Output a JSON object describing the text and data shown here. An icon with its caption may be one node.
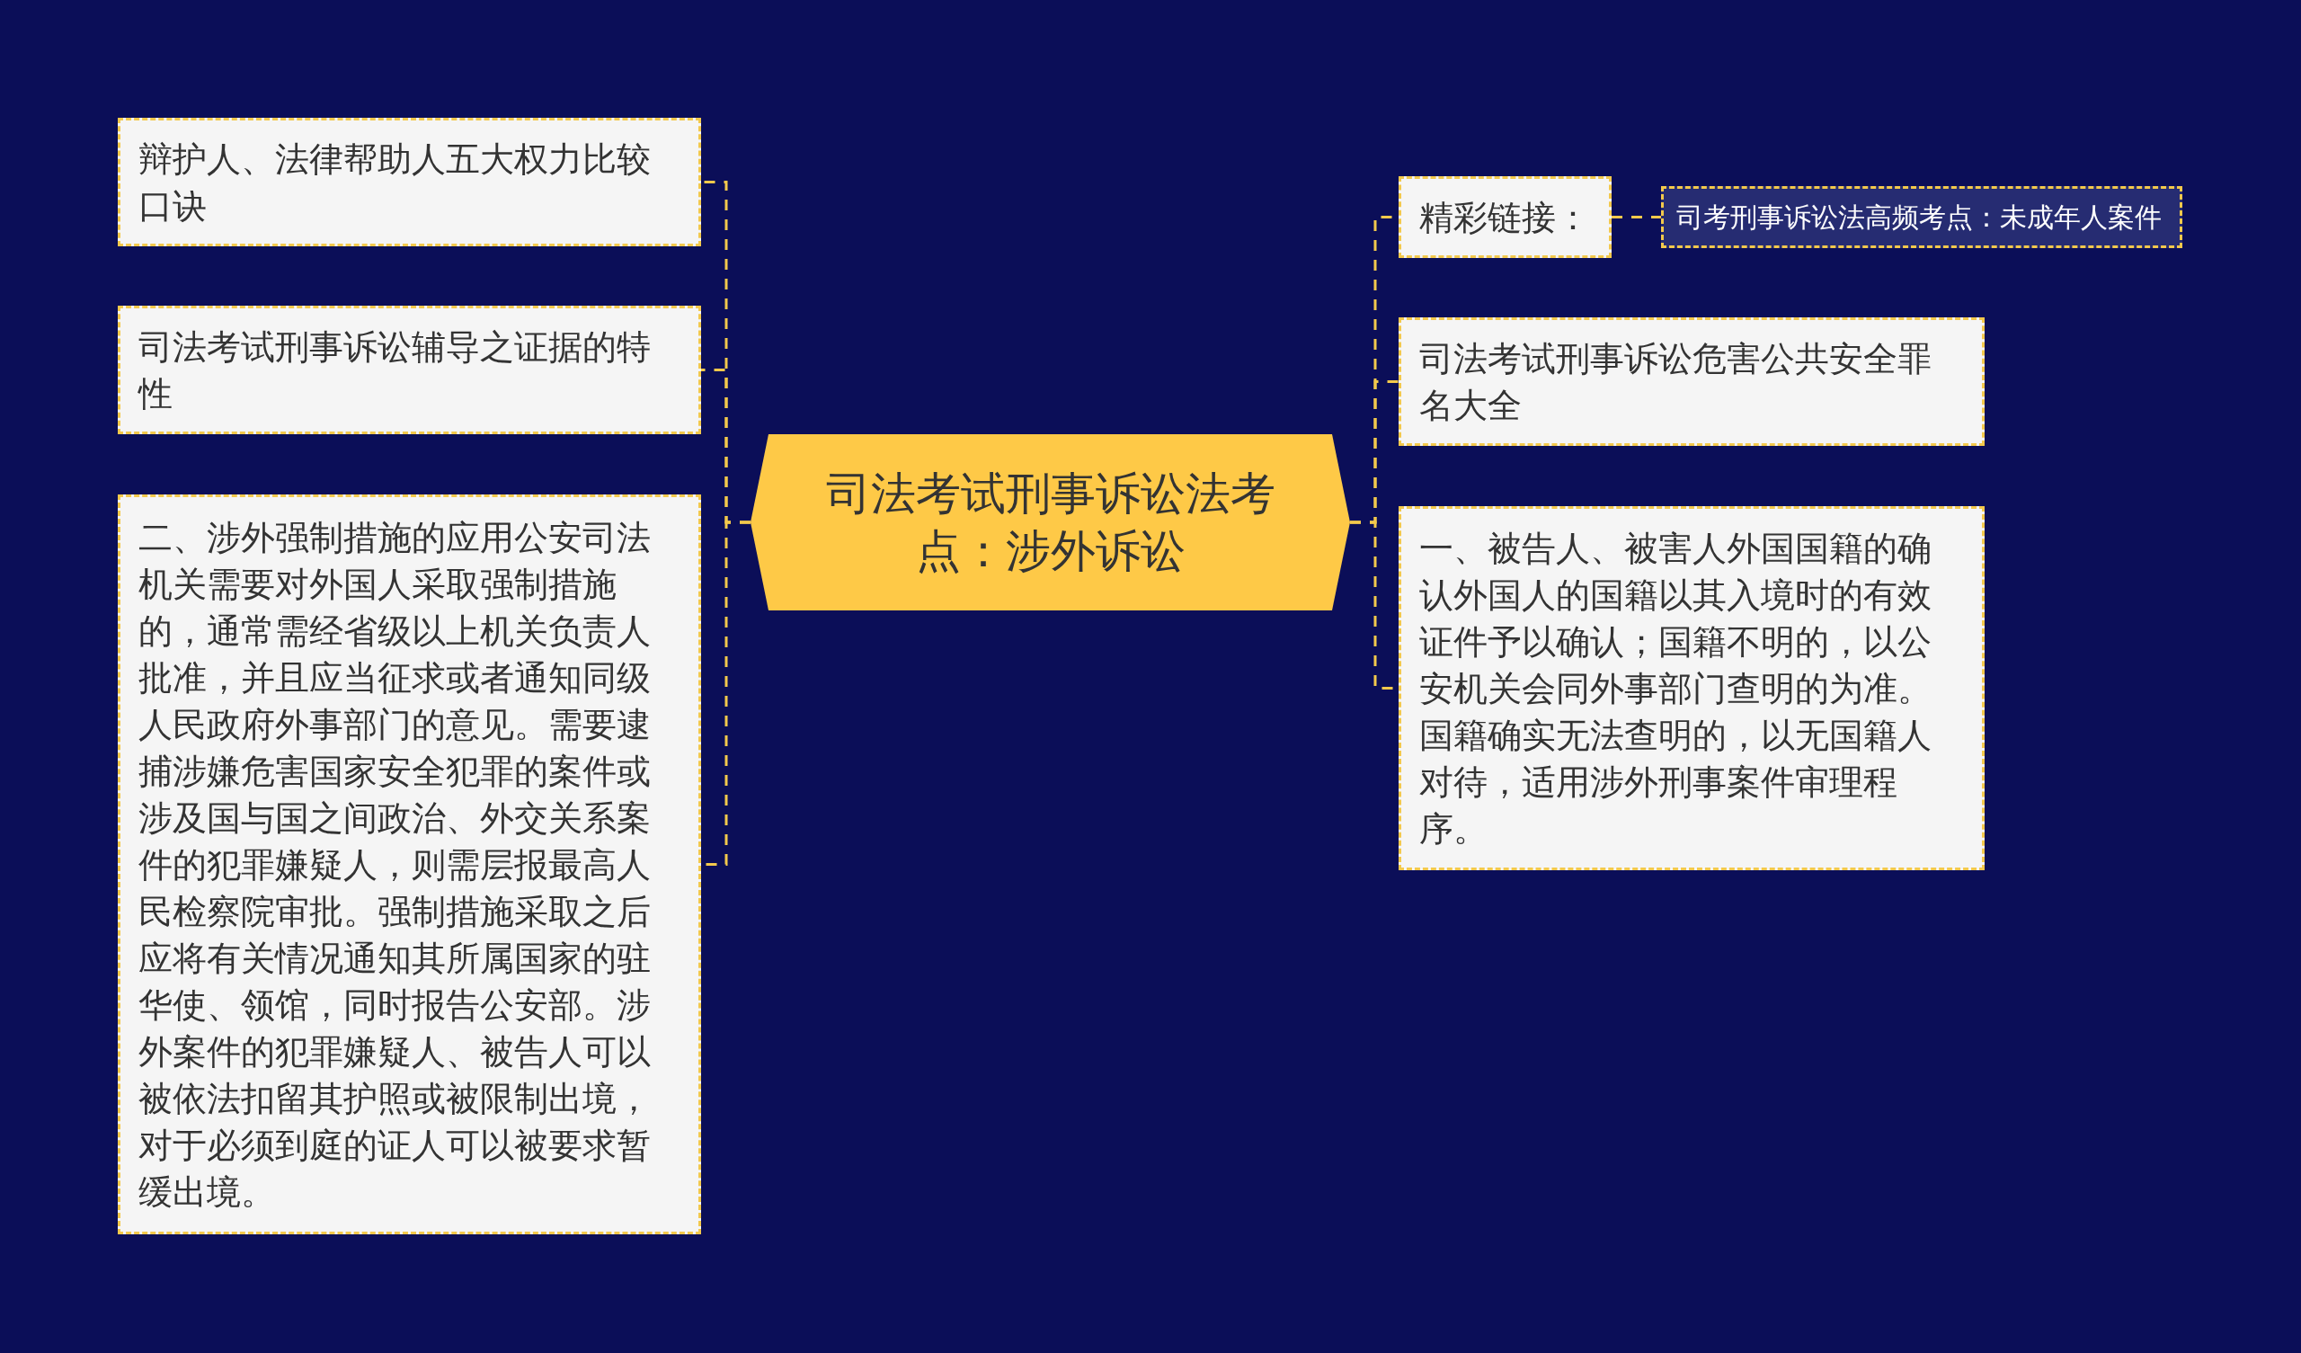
{
  "diagram": {
    "nodes": [
      {
        "text": [
          "司法考试刑事诉讼法考点：涉外诉讼"
        ]
      },
      {
        "text": [
          "辩护人、法律帮助人五大权力比较口诀"
        ]
      },
      {
        "text": [
          "司法考试刑事诉讼辅导之证据的特性"
        ]
      },
      {
        "text": [
          "二、涉外强制措施的应用公安司法机关需要对外国人采取强制措施的，通常需经省级以上机关负责人批准，并且应当征求或者通知同级人民政府外事部门的意见。需要逮捕涉嫌危害国家安全犯罪的案件或涉及国与国之间政治、外交关系案件的犯罪嫌疑人，则需层报最高人民检察院审批。强制措施采取之后应将有关情况通知其所属国家的驻华使、领馆，同时报告公安部。涉外案件的犯罪嫌疑人、被告人可以被依法扣留其护照或被限制出境，对于必须到庭的证人可以被要求暂缓出境。"
        ]
      },
      {
        "text": [
          "精彩链接："
        ]
      },
      {
        "text": [
          "司考刑事诉讼法高频考点：未成年人案件"
        ]
      },
      {
        "text": [
          "司法考试刑事诉讼危害公共安全罪名大全"
        ]
      },
      {
        "text": [
          "一、被告人、被害人外国国籍的确认外国人的国籍以其入境时的有效证件予以确认；国籍不明的，以公安机关会同外事部门查明的为准。国籍确实无法查明的，以无国籍人对待，适用涉外刑事案件审理程序。"
        ]
      }
    ],
    "edges": [
      {
        "from": 0,
        "to": 1,
        "arrow": "none"
      },
      {
        "from": 0,
        "to": 2,
        "arrow": "none"
      },
      {
        "from": 0,
        "to": 3,
        "arrow": "none"
      },
      {
        "from": 0,
        "to": 4,
        "arrow": "none"
      },
      {
        "from": 0,
        "to": 6,
        "arrow": "none"
      },
      {
        "from": 0,
        "to": 7,
        "arrow": "none"
      },
      {
        "from": 4,
        "to": 5,
        "arrow": "none"
      }
    ]
  }
}
